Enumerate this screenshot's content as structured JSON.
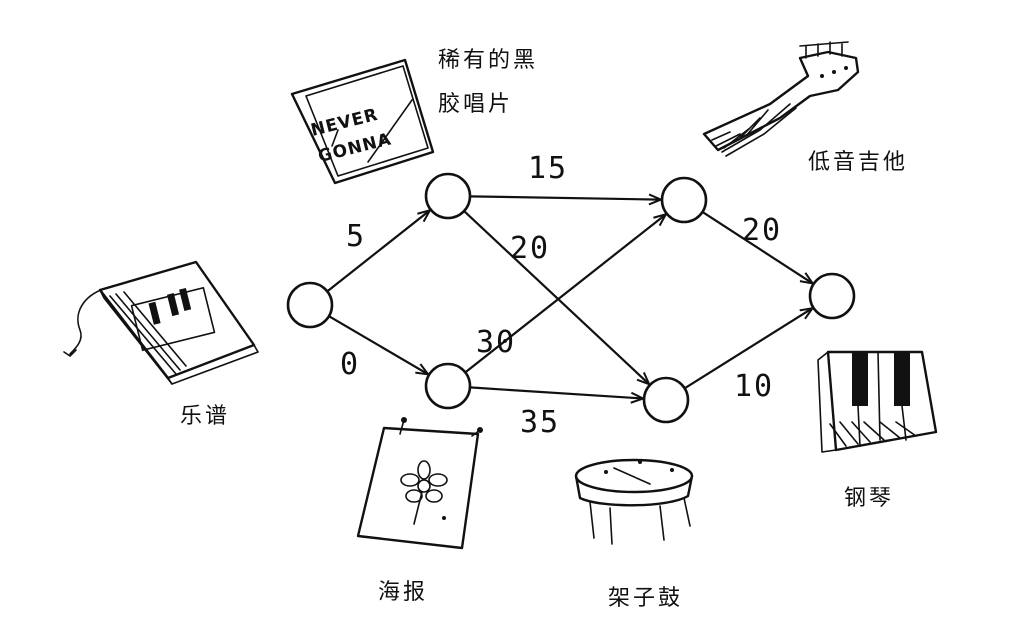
{
  "nodes": [
    {
      "id": "book"
    },
    {
      "id": "lp"
    },
    {
      "id": "poster"
    },
    {
      "id": "guitar"
    },
    {
      "id": "drums"
    },
    {
      "id": "piano"
    }
  ],
  "edges": [
    {
      "from": "book",
      "to": "lp",
      "weight": "5"
    },
    {
      "from": "book",
      "to": "poster",
      "weight": "0"
    },
    {
      "from": "lp",
      "to": "guitar",
      "weight": "15"
    },
    {
      "from": "lp",
      "to": "drums",
      "weight": "20"
    },
    {
      "from": "poster",
      "to": "guitar",
      "weight": "30"
    },
    {
      "from": "poster",
      "to": "drums",
      "weight": "35"
    },
    {
      "from": "guitar",
      "to": "piano",
      "weight": "20"
    },
    {
      "from": "drums",
      "to": "piano",
      "weight": "10"
    }
  ],
  "labels": {
    "book": "乐谱",
    "lp_line1": "稀有的黑",
    "lp_line2": "胶唱片",
    "bass_guitar": "低音吉他",
    "poster": "海报",
    "drums": "架子鼓",
    "piano": "钢琴"
  },
  "record_sleeve_text": {
    "line1": "NEVER",
    "line2": "GONNA"
  }
}
